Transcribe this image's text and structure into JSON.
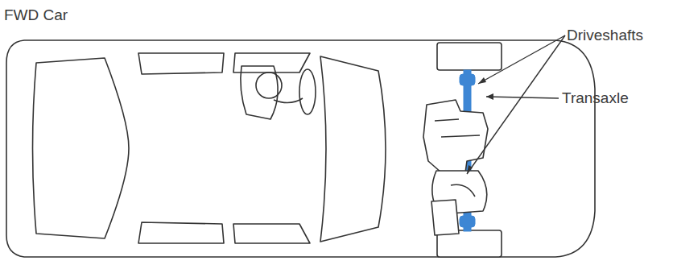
{
  "diagram": {
    "title": "FWD Car",
    "labels": [
      "Driveshafts",
      "Transaxle"
    ]
  }
}
